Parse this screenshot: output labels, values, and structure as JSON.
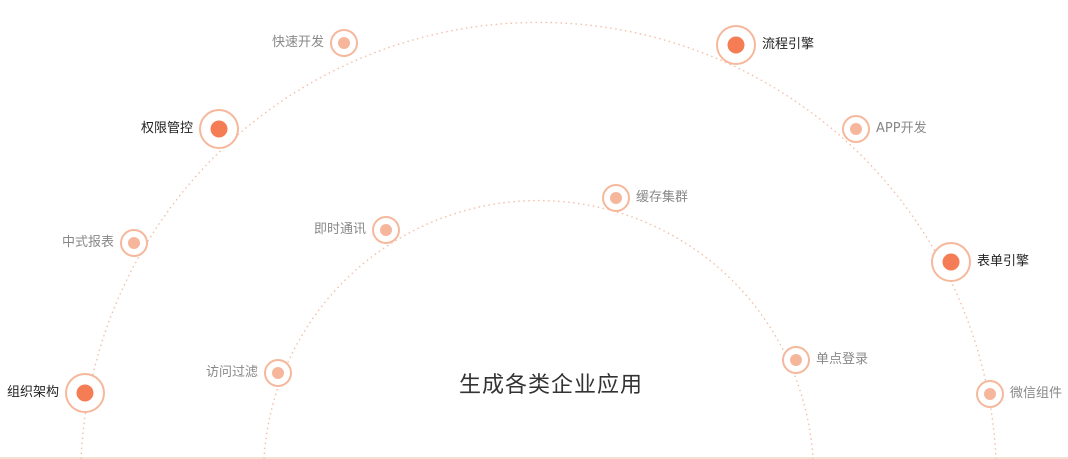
{
  "center_title": "生成各类企业应用",
  "colors": {
    "major_dot": "#f57d56",
    "minor_dot": "#f6b69c",
    "ring": "#f5b89c",
    "arc": "#f2c0a8"
  },
  "outer_ring": {
    "nodes": [
      {
        "id": "org-structure",
        "label": "组织架构",
        "emphasis": "major"
      },
      {
        "id": "chinese-report",
        "label": "中式报表",
        "emphasis": "minor"
      },
      {
        "id": "permission-control",
        "label": "权限管控",
        "emphasis": "major"
      },
      {
        "id": "rapid-development",
        "label": "快速开发",
        "emphasis": "minor"
      },
      {
        "id": "workflow-engine",
        "label": "流程引擎",
        "emphasis": "major"
      },
      {
        "id": "app-development",
        "label": "APP开发",
        "emphasis": "minor"
      },
      {
        "id": "form-engine",
        "label": "表单引擎",
        "emphasis": "major"
      },
      {
        "id": "wechat-component",
        "label": "微信组件",
        "emphasis": "minor"
      }
    ]
  },
  "inner_ring": {
    "nodes": [
      {
        "id": "access-filter",
        "label": "访问过滤",
        "emphasis": "minor"
      },
      {
        "id": "instant-messaging",
        "label": "即时通讯",
        "emphasis": "minor"
      },
      {
        "id": "cache-cluster",
        "label": "缓存集群",
        "emphasis": "minor"
      },
      {
        "id": "single-sign-on",
        "label": "单点登录",
        "emphasis": "minor"
      }
    ]
  }
}
